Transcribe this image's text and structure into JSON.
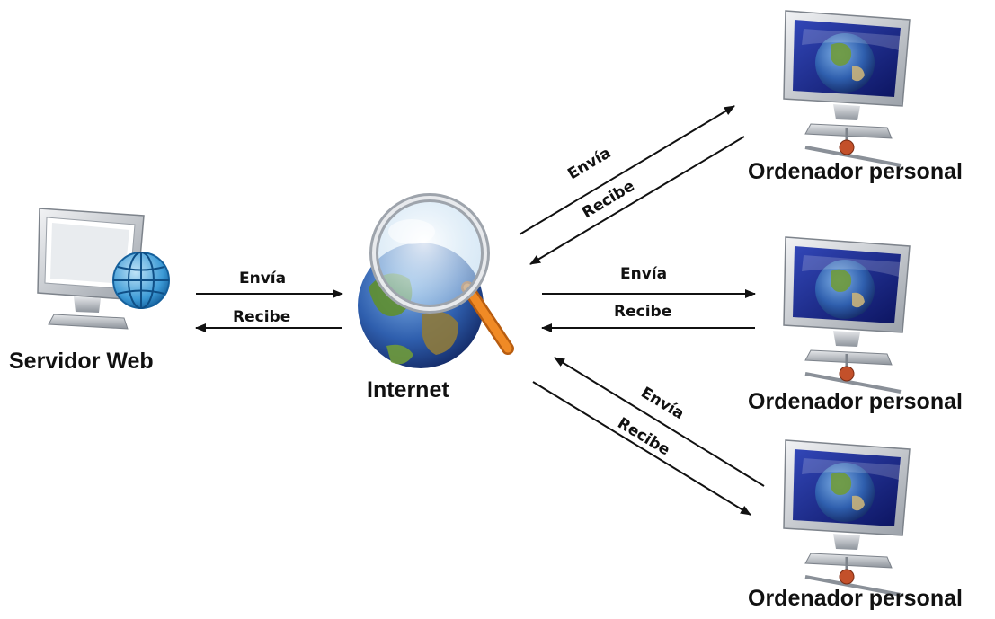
{
  "nodes": {
    "server": {
      "label": "Servidor Web"
    },
    "internet": {
      "label": "Internet"
    },
    "pcs": [
      {
        "label": "Ordenador personal"
      },
      {
        "label": "Ordenador personal"
      },
      {
        "label": "Ordenador personal"
      }
    ]
  },
  "edges": {
    "server_internet": {
      "send": "Envía",
      "receive": "Recibe"
    },
    "internet_pc1": {
      "send": "Envía",
      "receive": "Recibe"
    },
    "internet_pc2": {
      "send": "Envía",
      "receive": "Recibe"
    },
    "internet_pc3": {
      "send": "Envía",
      "receive": "Recibe"
    }
  },
  "colors": {
    "arrow": "#111111",
    "monitor_frame": "#c8ccd2",
    "screen": "#1c2a8a",
    "globe_ocean": "#2f5fae",
    "globe_land": "#6f9a3a",
    "magnifier_handle": "#e07a1c",
    "connector": "#c3502a"
  },
  "icons": [
    "server-monitor-icon",
    "globe-icon",
    "internet-globe-icon",
    "magnifier-icon",
    "pc-monitor-icon"
  ]
}
